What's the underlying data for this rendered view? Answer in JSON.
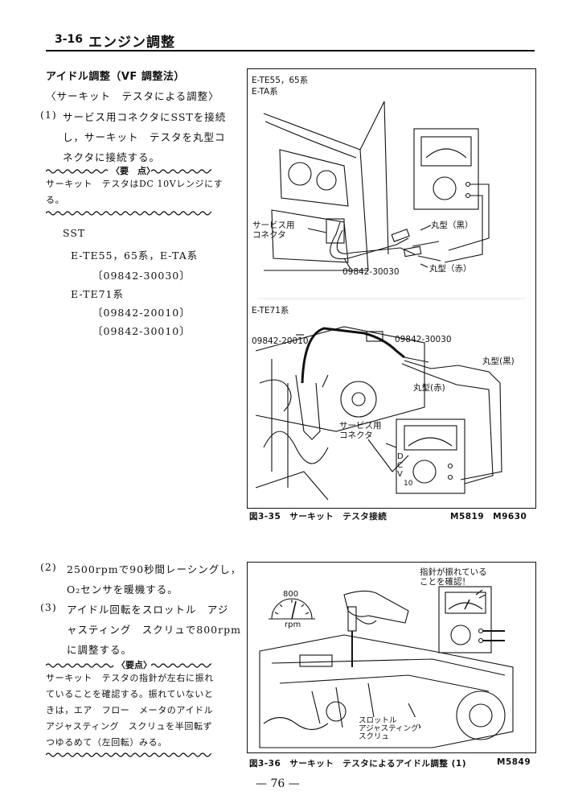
{
  "header": {
    "section": "3-16",
    "title": "エンジン調整"
  },
  "left_top": {
    "heading": "アイドル調整（VF 調整法）",
    "subheading": "〈サーキット　テスタによる調整〉",
    "step1_num": "(1)",
    "step1_lines": [
      "サービス用コネクタにSSTを接続",
      "し，サーキット　テスタを丸型コ",
      "ネクタに接続する。"
    ],
    "note1_label": "〈要　点〉",
    "note1_lines": [
      "サーキット　テスタはDC 10Vレンジにす",
      "る。"
    ],
    "sst": {
      "label": "SST",
      "line1": "E-TE55，65系，E-TA系",
      "part1": "〔09842-30030〕",
      "line2": "E-TE71系",
      "part2": "〔09842-20010〕",
      "part3": "〔09842-30010〕"
    }
  },
  "left_bottom": {
    "step2_num": "(2)",
    "step2_lines": [
      "2500rpmで90秒間レーシングし，",
      "O₂センサを暖機する。"
    ],
    "step3_num": "(3)",
    "step3_lines": [
      "アイドル回転をスロットル　アジ",
      "ャスティング　スクリュで800rpm",
      "に調整する。"
    ],
    "note2_label": "〈要点〉",
    "note2_lines": [
      "サーキット　テスタの指針が左右に振れ",
      "ていることを確認する。振れていないと",
      "きは，エア　フロー　メータのアイドル",
      "アジャスティング　スクリュを半回転ず",
      "つゆるめて（左回転）みる。"
    ]
  },
  "fig1": {
    "model_a1": "E-TE55，65系",
    "model_a2": "E-TA系",
    "label_connector": "サービス用\nコネクタ",
    "label_round_black": "丸型（黒）",
    "label_round_red": "丸型（赤）",
    "label_part": "09842-30030",
    "model_b": "E-TE71系",
    "label_part_b1": "09842-20010",
    "label_part_b2": "09842-30030",
    "label_round_black_b": "丸型(黒)",
    "label_round_red_b": "丸型(赤)",
    "label_connector_b": "サービス用\nコネクタ",
    "dcv": "DCV",
    "dcv_10": "10",
    "caption": "図3-35　サーキット　テスタ接続",
    "code": "M5819　M9630"
  },
  "fig2": {
    "callout": "指針が振れている\nことを確認！",
    "gauge_value": "800",
    "gauge_unit": "rpm",
    "label_screw": "スロットル\nアジャスティング\nスクリュ",
    "caption": "図3-36　サーキット　テスタによるアイドル調整 (1)",
    "code": "M5849"
  },
  "page_number": "— 76 —"
}
